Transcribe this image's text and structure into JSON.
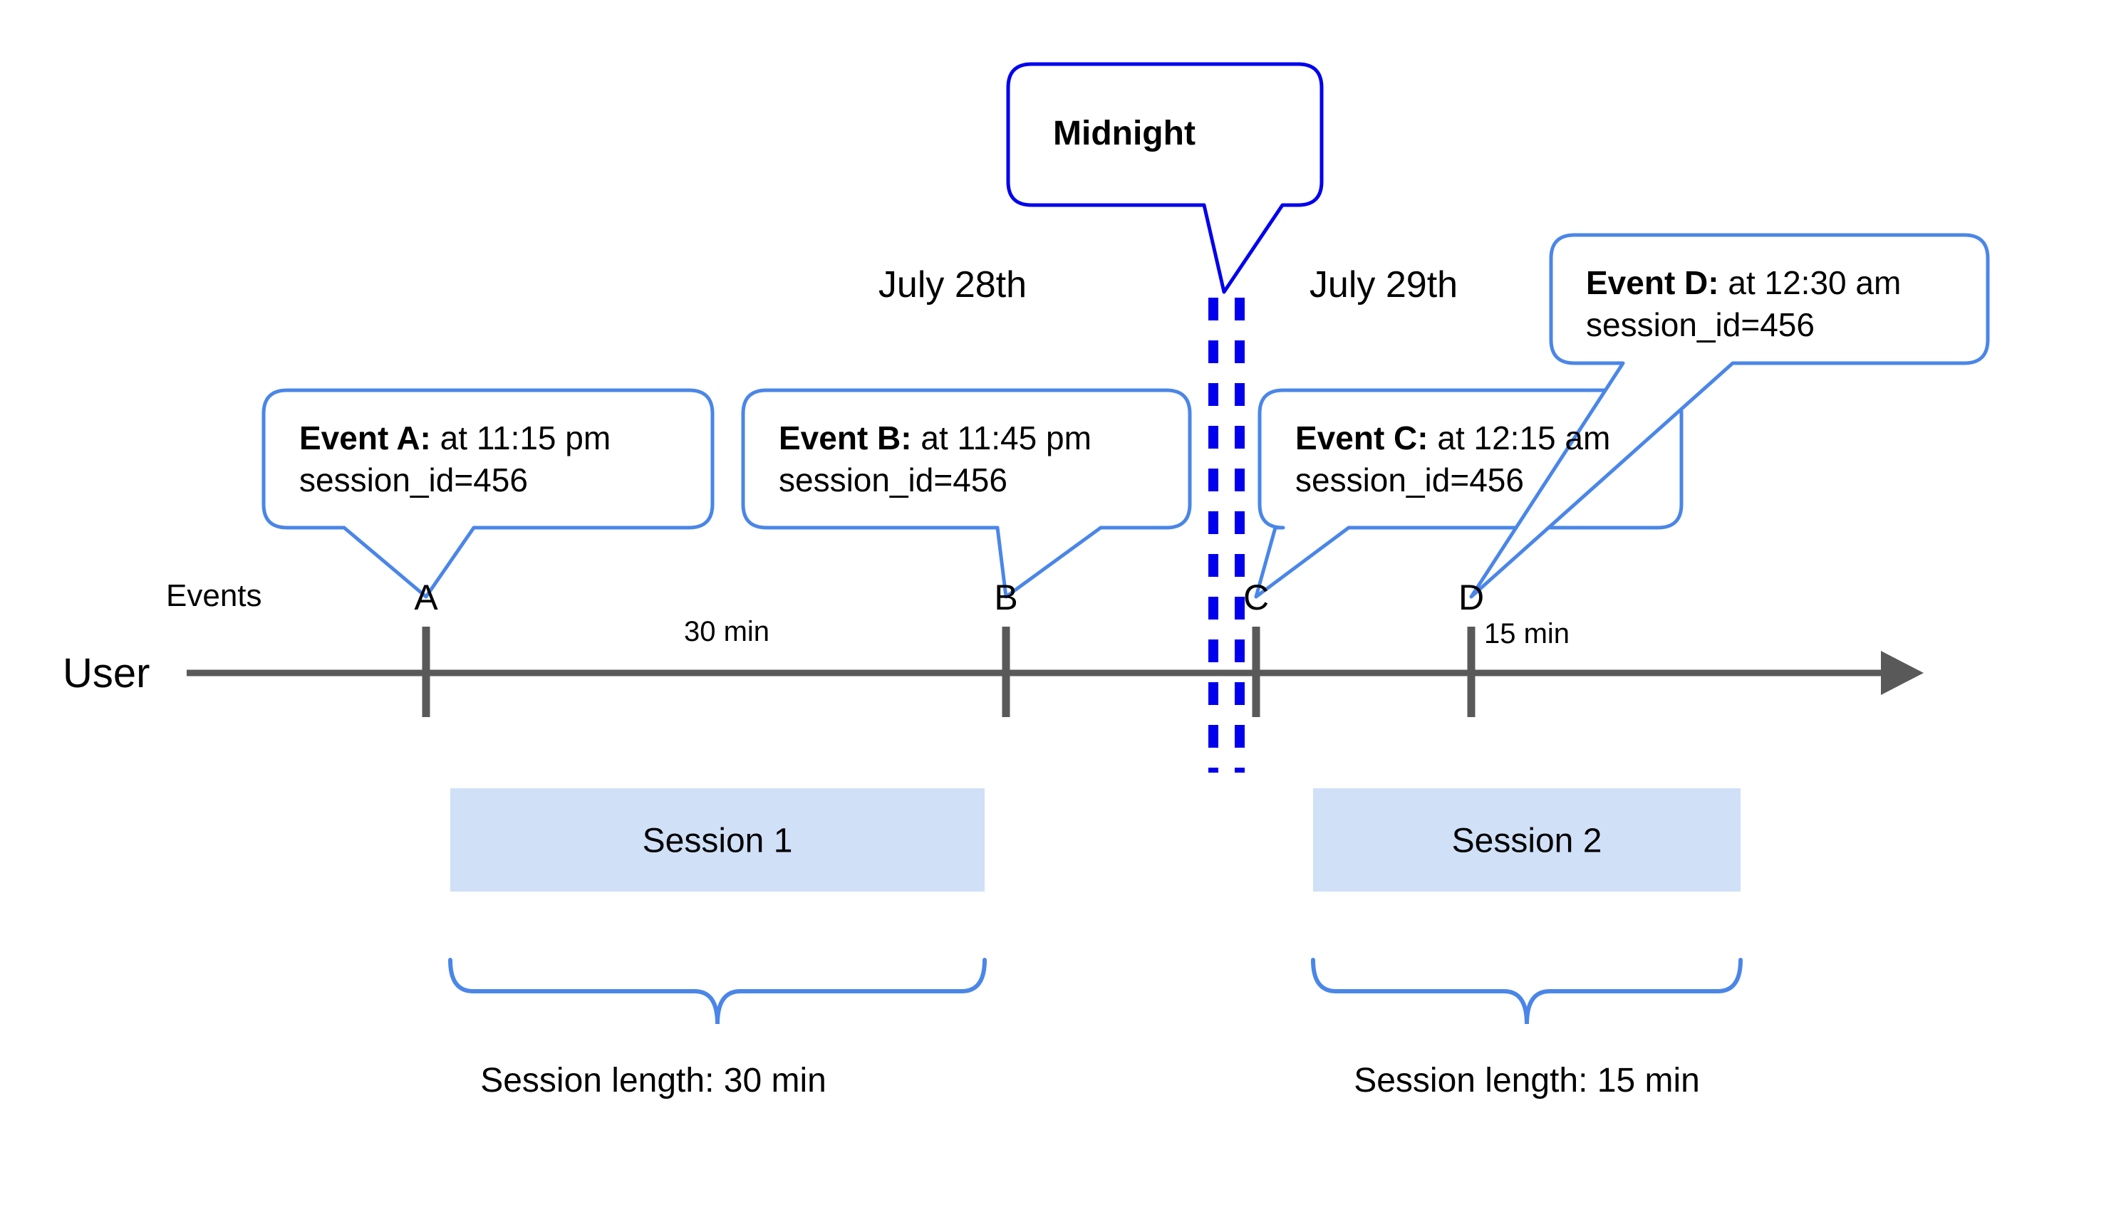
{
  "diagram": {
    "title_callout": {
      "label": "Midnight"
    },
    "axis": {
      "row_label": "User",
      "events_row_label": "Events"
    },
    "dates": [
      {
        "label": "July 28th"
      },
      {
        "label": "July 29th"
      }
    ],
    "events": [
      {
        "letter": "A",
        "bold": "Event A:",
        "rest": " at 11:15 pm",
        "line2": "session_id=456"
      },
      {
        "letter": "B",
        "bold": "Event B:",
        "rest": " at 11:45 pm",
        "line2": "session_id=456"
      },
      {
        "letter": "C",
        "bold": "Event C:",
        "rest": " at 12:15 am",
        "line2": "session_id=456"
      },
      {
        "letter": "D",
        "bold": "Event D:",
        "rest": " at 12:30 am",
        "line2": "session_id=456"
      }
    ],
    "gaps": [
      {
        "label": "30 min"
      },
      {
        "label": "15 min"
      }
    ],
    "sessions": [
      {
        "label": "Session 1",
        "length_label": "Session length: 30 min"
      },
      {
        "label": "Session 2",
        "length_label": "Session length: 15 min"
      }
    ],
    "colors": {
      "callout_border": "#4A86E8",
      "midnight_border": "#0000EE",
      "midnight_dash": "#0000EE",
      "session_fill": "#CFE0F7",
      "axis": "#595959",
      "brace": "#4A86E8"
    }
  }
}
